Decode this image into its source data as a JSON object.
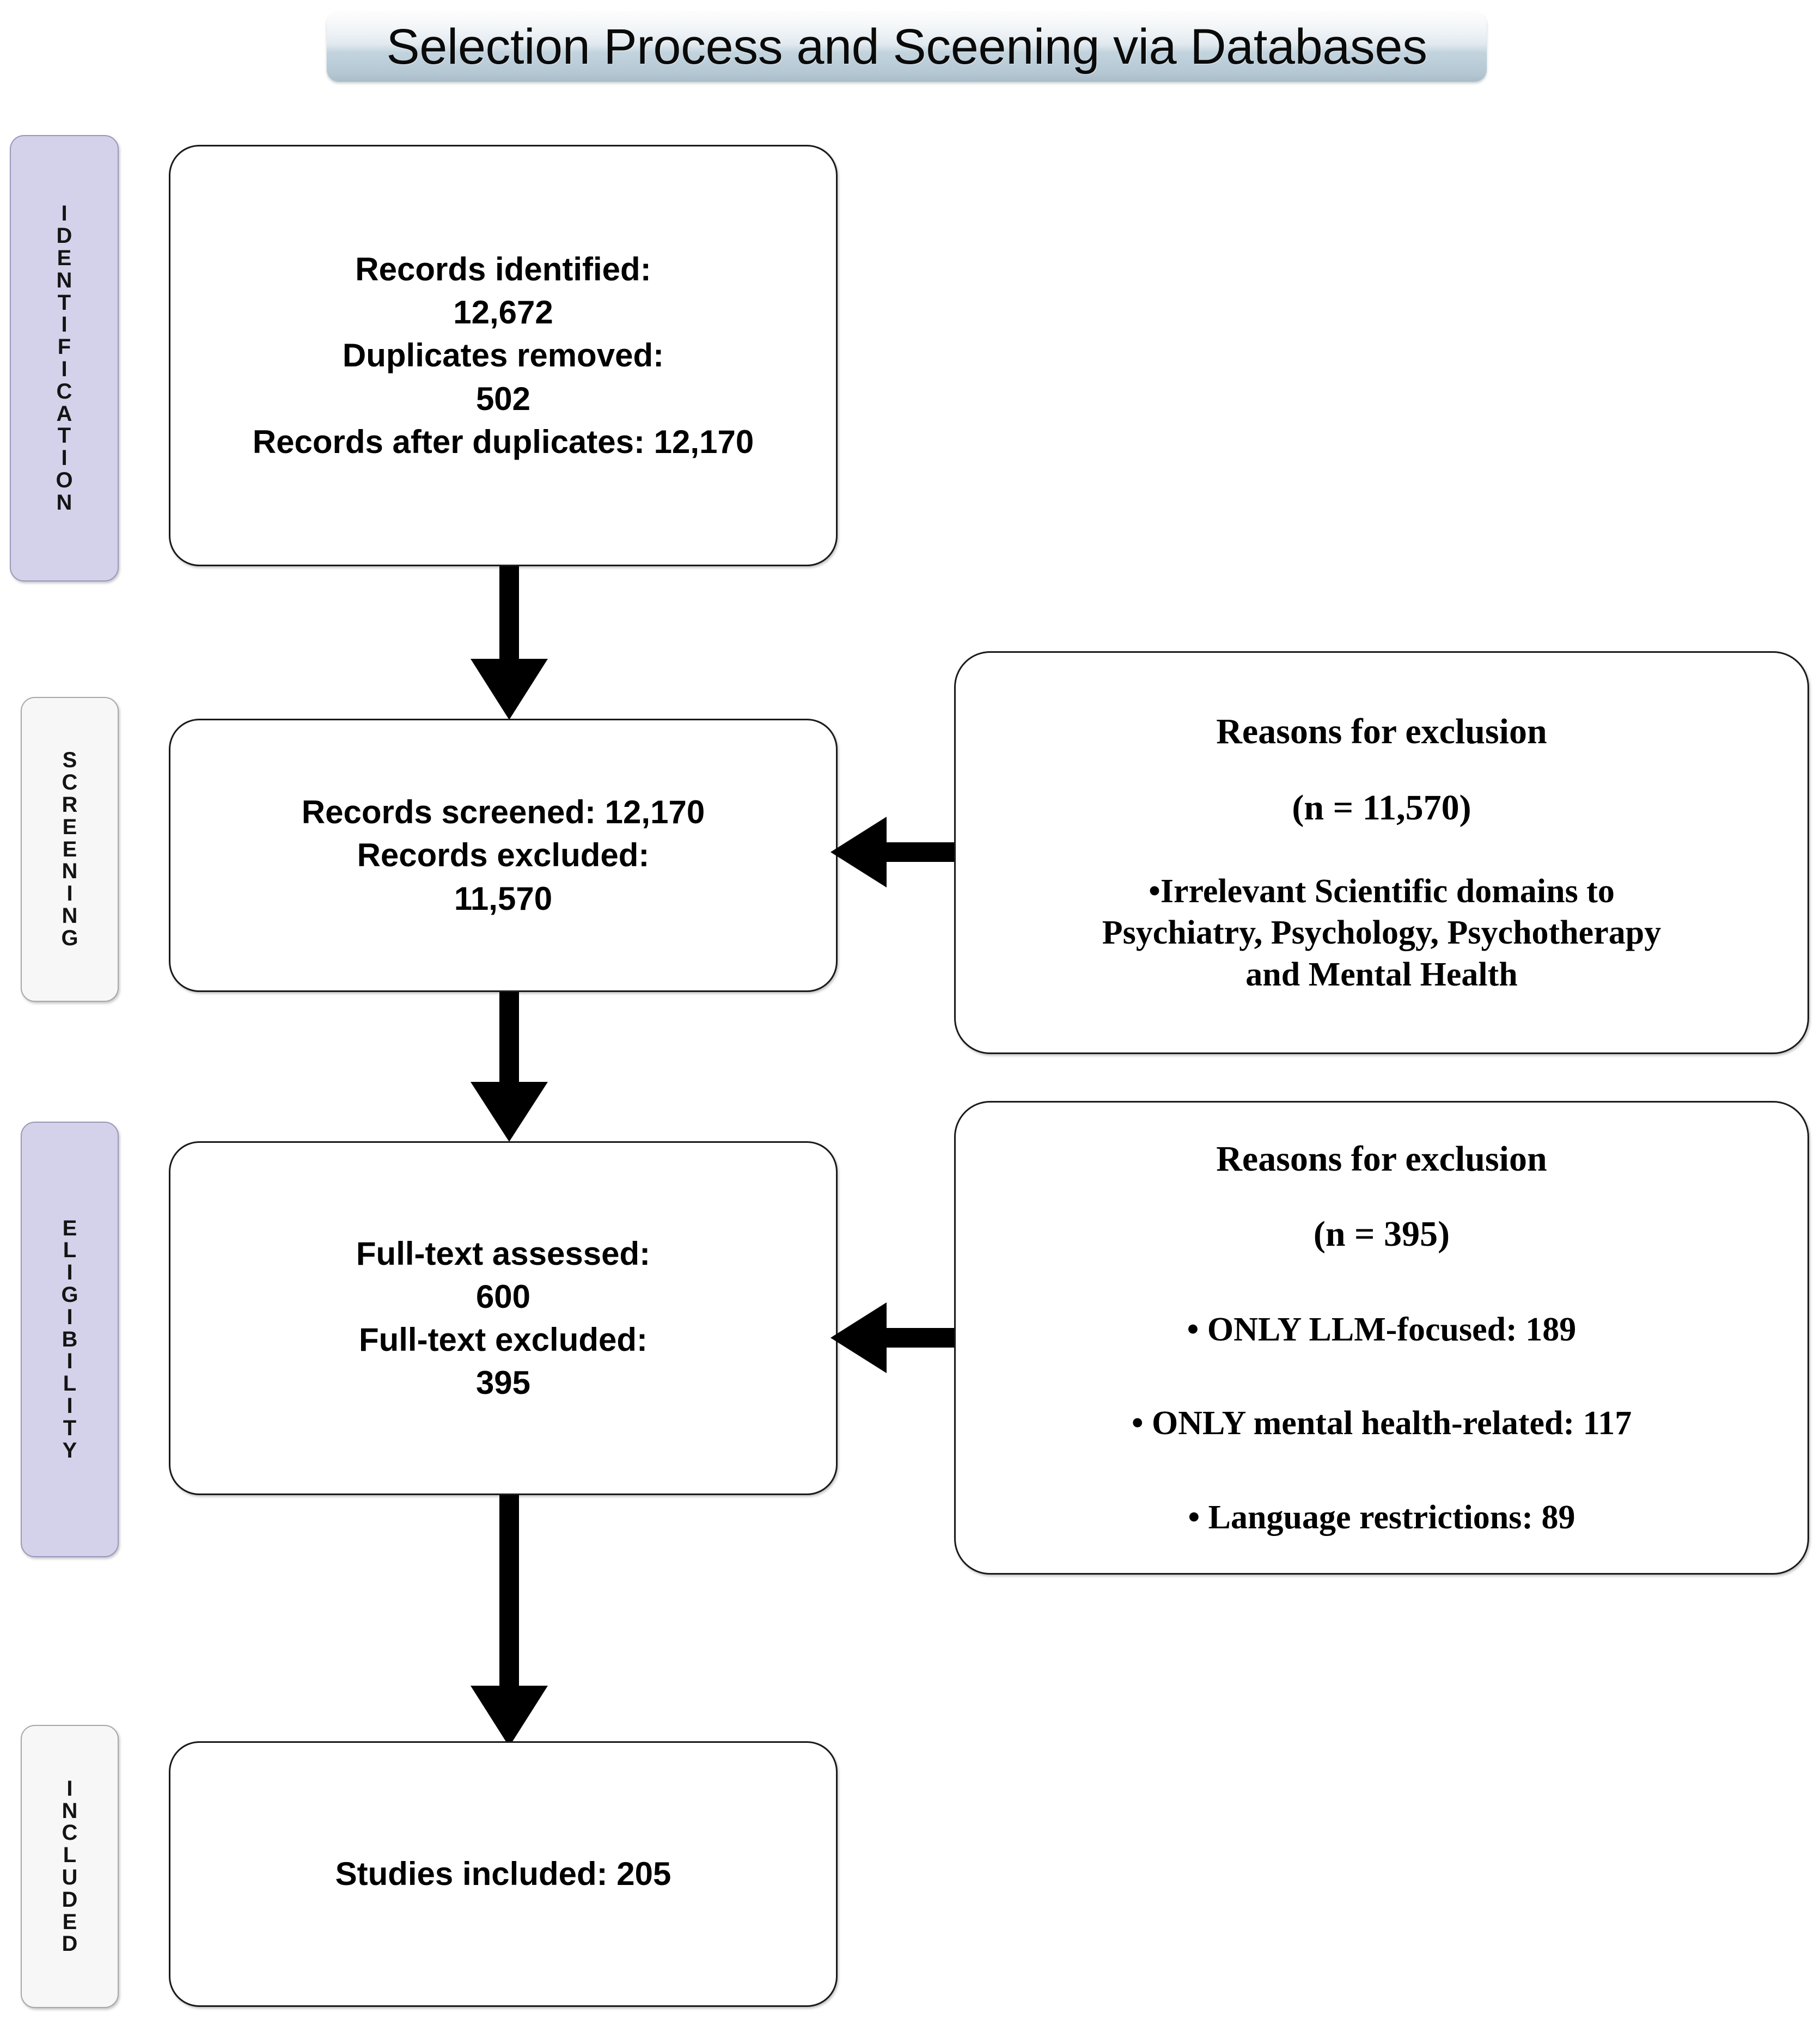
{
  "title": {
    "text": "Selection Process and Sceening via Databases",
    "banner_gradient_top": "#fdfdfe",
    "banner_gradient_bottom": "#a9bdc9"
  },
  "stages": [
    {
      "id": "identification",
      "label": "IDENTIFICATION",
      "fill": "#d4d2ea"
    },
    {
      "id": "screening",
      "label": "SCREENING",
      "fill": "#f7f7f7"
    },
    {
      "id": "eligibility",
      "label": "ELIGIBILITY",
      "fill": "#d4d2ea"
    },
    {
      "id": "included",
      "label": "INCLUDED",
      "fill": "#f7f7f7"
    }
  ],
  "flow_boxes": {
    "identification": {
      "lines": [
        "Records identified:",
        "12,672",
        "Duplicates removed:",
        "502",
        "Records after duplicates: 12,170"
      ]
    },
    "screening": {
      "lines": [
        "Records screened: 12,170",
        "Records excluded:",
        "11,570"
      ]
    },
    "eligibility": {
      "lines": [
        "Full-text assessed:",
        "600",
        "Full-text excluded:",
        "395"
      ]
    },
    "included": {
      "lines": [
        "Studies included: 205"
      ]
    }
  },
  "exclusion_boxes": [
    {
      "id": "screening-exclusion",
      "title": "Reasons for exclusion",
      "count": "(n = 11,570)",
      "items": [
        "•Irrelevant Scientific domains to",
        "Psychiatry, Psychology, Psychotherapy",
        "and Mental Health"
      ]
    },
    {
      "id": "eligibility-exclusion",
      "title": "Reasons for exclusion",
      "count": "(n = 395)",
      "items": [
        "• ONLY LLM-focused: 189",
        "• ONLY mental health-related: 117",
        "• Language restrictions: 89"
      ]
    }
  ],
  "chart_data": {
    "type": "diagram",
    "title": "Selection Process and Sceening via Databases",
    "flow": "PRISMA study selection flow",
    "stages": [
      "IDENTIFICATION",
      "SCREENING",
      "ELIGIBILITY",
      "INCLUDED"
    ],
    "counts": {
      "records_identified": 12672,
      "duplicates_removed": 502,
      "records_after_duplicates": 12170,
      "records_screened": 12170,
      "records_excluded": 11570,
      "full_text_assessed": 600,
      "full_text_excluded": 395,
      "studies_included": 205
    },
    "exclusion_reasons_screening": {
      "n": 11570,
      "reasons": [
        "Irrelevant Scientific domains to Psychiatry, Psychology, Psychotherapy and Mental Health"
      ]
    },
    "exclusion_reasons_eligibility": {
      "n": 395,
      "reasons": [
        {
          "label": "ONLY LLM-focused",
          "value": 189
        },
        {
          "label": "ONLY mental health-related",
          "value": 117
        },
        {
          "label": "Language restrictions",
          "value": 89
        }
      ]
    }
  }
}
